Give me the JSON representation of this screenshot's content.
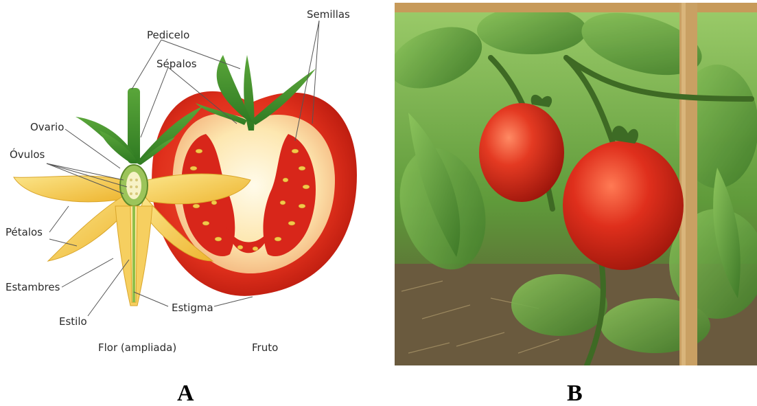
{
  "panel_a": {
    "labels": {
      "semillas": "Semillas",
      "pedicelo": "Pedicelo",
      "sepalos": "Sépalos",
      "ovario": "Ovario",
      "ovulos": "Óvulos",
      "petalos": "Pétalos",
      "estambres": "Estambres",
      "estilo": "Estilo",
      "estigma": "Estigma",
      "flor": "Flor (ampliada)",
      "fruto": "Fruto"
    },
    "letter": "A"
  },
  "panel_b": {
    "letter": "B"
  },
  "colors": {
    "tomato_red": "#e23a22",
    "tomato_dark": "#c21d10",
    "flesh": "#fff2c8",
    "seed": "#f0c23a",
    "sepal_green": "#3f8f2a",
    "petal_yellow": "#f6d35a",
    "stake": "#c79a5a"
  }
}
